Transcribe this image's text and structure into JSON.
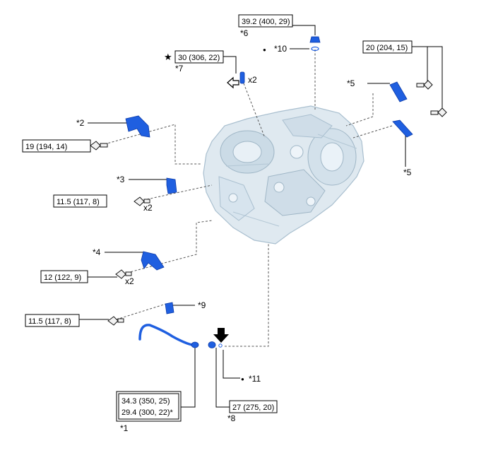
{
  "torque_specs": {
    "t_39_2": "39.2 (400, 29)",
    "t_30": "30 (306, 22)",
    "t_20": "20 (204, 15)",
    "t_19": "19 (194, 14)",
    "t_11_5_a": "11.5 (117, 8)",
    "t_12": "12 (122, 9)",
    "t_11_5_b": "11.5 (117, 8)",
    "t_34_3": "34.3 (350, 25)",
    "t_29_4": "29.4 (300, 22)*",
    "t_27": "27 (275, 20)"
  },
  "callouts": {
    "c1": "*1",
    "c2": "*2",
    "c3": "*3",
    "c4": "*4",
    "c5_top": "*5",
    "c5_bottom": "*5",
    "c6": "*6",
    "c7": "*7",
    "c8": "*8",
    "c9": "*9",
    "c10": "*10",
    "c11": "*11"
  },
  "quantities": {
    "q_plug": "x2",
    "q_bolt3": "x2",
    "q_bolt4": "x2"
  },
  "symbols": {
    "star": "★",
    "dot_10": "●",
    "dot_11": "●"
  },
  "colors": {
    "part_blue": "#1f5fe0",
    "transmission_light": "#dfe9f0"
  }
}
